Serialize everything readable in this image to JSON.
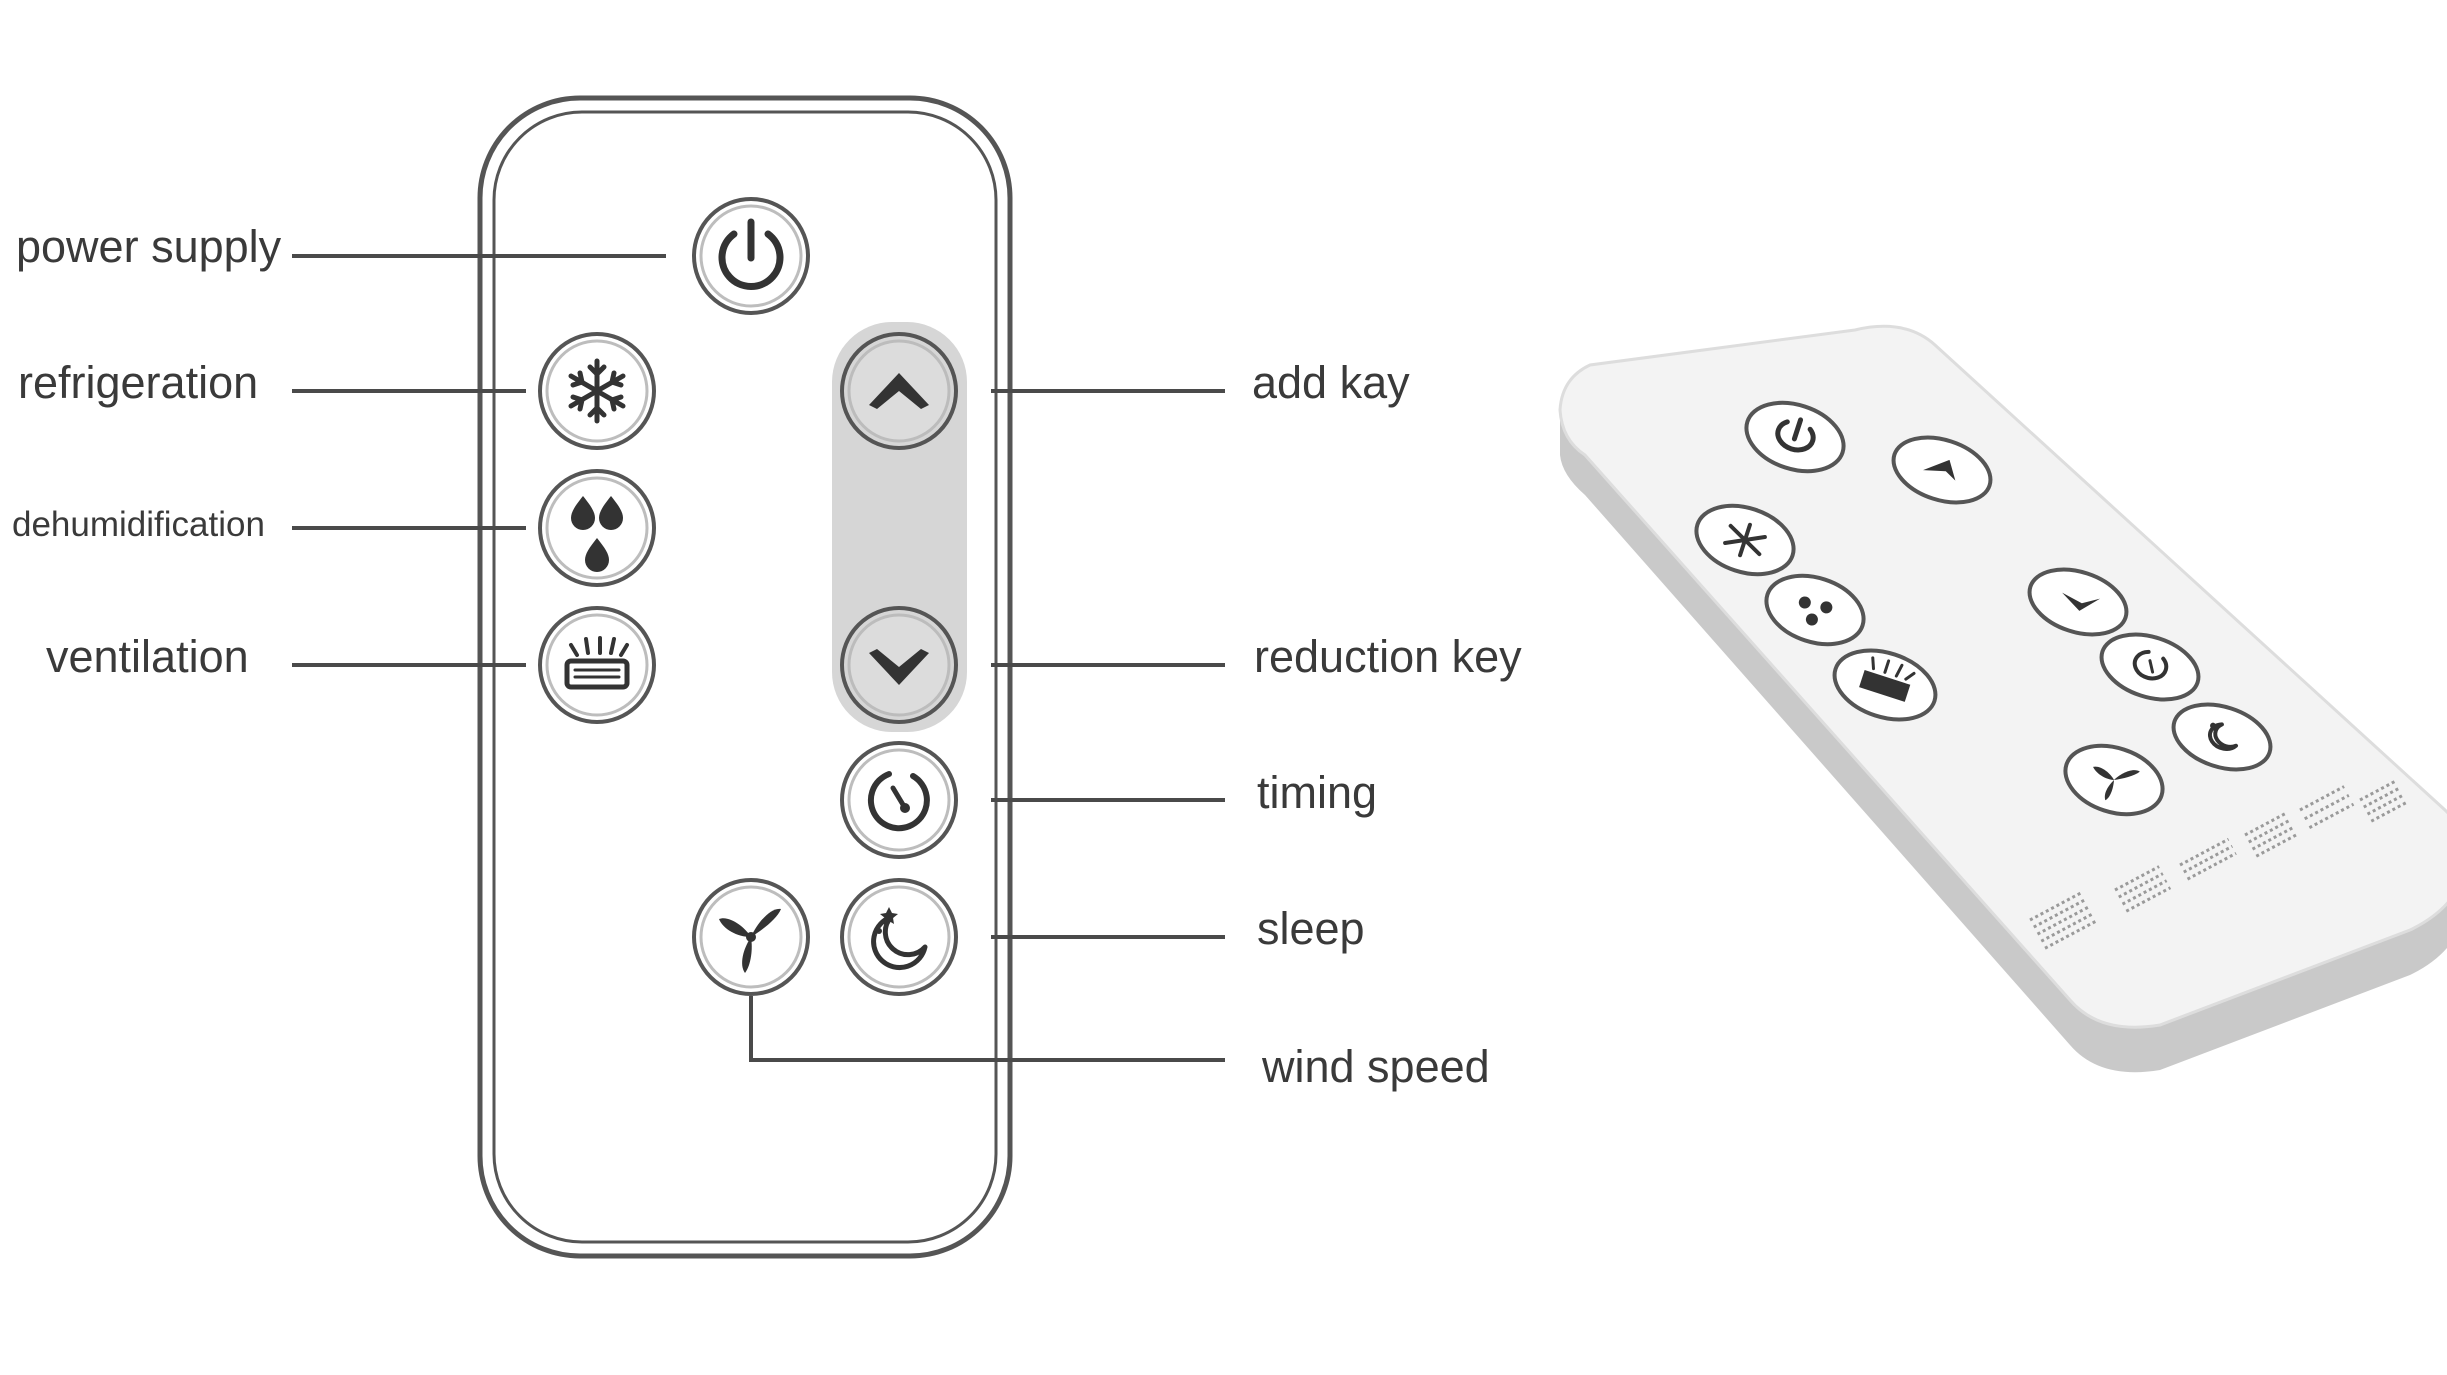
{
  "labels": {
    "power": "power supply",
    "refrigeration": "refrigeration",
    "dehumidification": "dehumidification",
    "ventilation": "ventilation",
    "add": "add kay",
    "reduction": "reduction key",
    "timing": "timing",
    "sleep": "sleep",
    "wind_speed": "wind speed"
  },
  "icons": {
    "power": "power-icon",
    "refrigeration": "snowflake-icon",
    "dehumidification": "water-drops-icon",
    "ventilation": "vent-icon",
    "add": "chevron-up-icon",
    "reduction": "chevron-down-icon",
    "timing": "timer-icon",
    "sleep": "moon-icon",
    "wind_speed": "fan-icon"
  },
  "colors": {
    "outline": "#555555",
    "label_text": "#3a3a3a",
    "arrow_strip": "#d6d6d6",
    "perspective_body": "#f2f2f2",
    "perspective_side": "#c9c9c9"
  }
}
